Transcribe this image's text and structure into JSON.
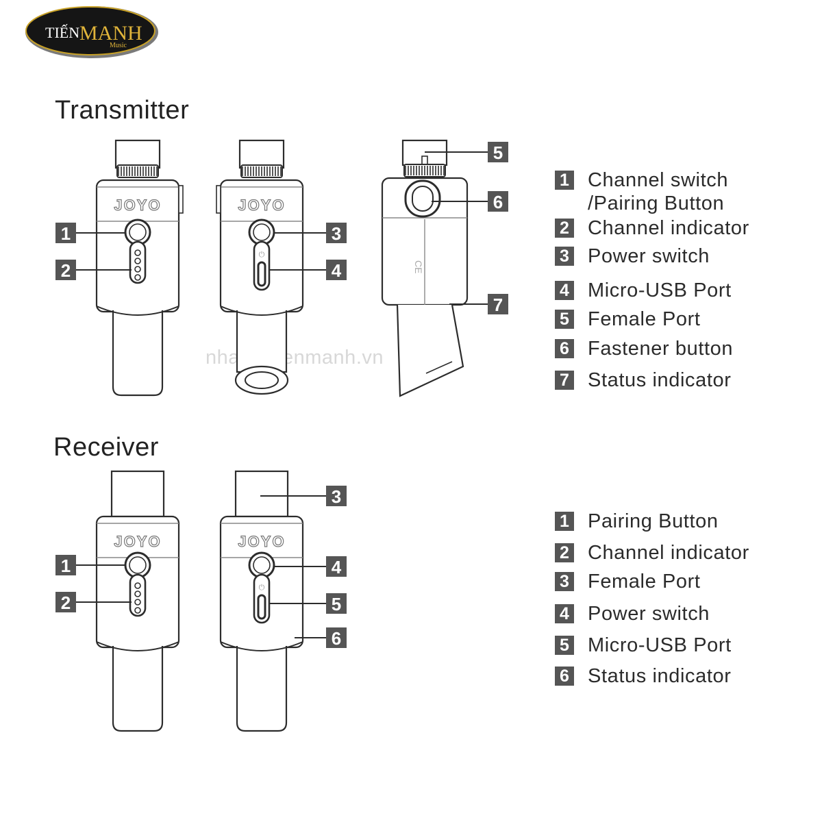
{
  "brand": {
    "logo_text_1": "TIẾN",
    "logo_text_2": "MANH",
    "logo_text_3": "Music",
    "watermark": "nhaccutienmanh.vn"
  },
  "device_label": "JOYO",
  "transmitter": {
    "title": "Transmitter",
    "callouts": [
      "1",
      "2",
      "3",
      "4",
      "5",
      "6",
      "7"
    ],
    "legend": [
      {
        "num": "1",
        "text": "Channel switch\n/Pairing Button"
      },
      {
        "num": "2",
        "text": "Channel indicator"
      },
      {
        "num": "3",
        "text": "Power switch"
      },
      {
        "num": "4",
        "text": "Micro-USB Port"
      },
      {
        "num": "5",
        "text": "Female Port"
      },
      {
        "num": "6",
        "text": "Fastener button"
      },
      {
        "num": "7",
        "text": "Status indicator"
      }
    ]
  },
  "receiver": {
    "title": "Receiver",
    "callouts": [
      "1",
      "2",
      "3",
      "4",
      "5",
      "6"
    ],
    "legend": [
      {
        "num": "1",
        "text": "Pairing Button"
      },
      {
        "num": "2",
        "text": "Channel indicator"
      },
      {
        "num": "3",
        "text": "Female Port"
      },
      {
        "num": "4",
        "text": "Power switch"
      },
      {
        "num": "5",
        "text": "Micro-USB Port"
      },
      {
        "num": "6",
        "text": "Status indicator"
      }
    ]
  }
}
